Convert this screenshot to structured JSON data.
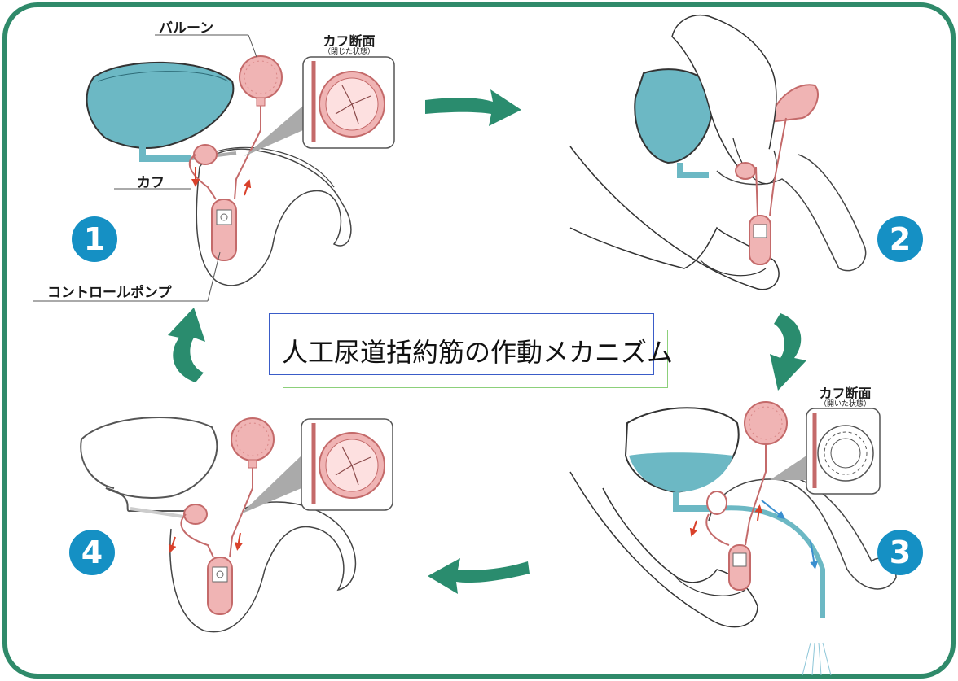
{
  "title": "人工尿道括約筋の作動メカニズム",
  "labels": {
    "balloon": "バルーン",
    "cuff": "カフ",
    "control_pump": "コントロールポンプ",
    "cuff_section": "カフ断面",
    "closed_state": "（閉じた状態）",
    "open_state": "（開いた状態）"
  },
  "steps": [
    "1",
    "2",
    "3",
    "4"
  ],
  "colors": {
    "frame": "#2f8a6a",
    "arrow": "#2a8c6e",
    "bladder_fluid": "#6cb8c4",
    "device_pink": "#f0b4b4",
    "device_stroke": "#c46a6a",
    "step_badge": "#1590c4",
    "flow_arrow_red": "#d9412b",
    "flow_arrow_blue": "#3a8fcf"
  }
}
